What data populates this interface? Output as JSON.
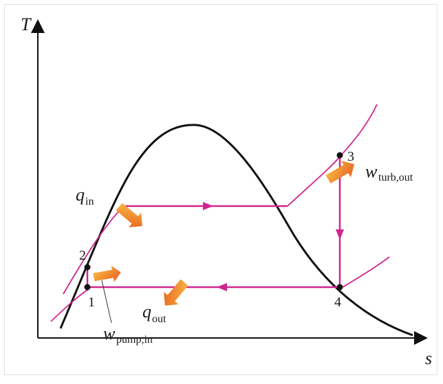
{
  "diagram": {
    "axes": {
      "y_label": "T",
      "x_label": "s"
    },
    "states": [
      "1",
      "2",
      "3",
      "4"
    ],
    "labels": {
      "q_in": {
        "main": "q",
        "sub": "in"
      },
      "q_out": {
        "main": "q",
        "sub": "out"
      },
      "w_turb_out": {
        "main": "w",
        "sub": "turb,out"
      },
      "w_pump_in": {
        "main": "w",
        "sub": "pump,in"
      }
    },
    "colors": {
      "dome": "#111111",
      "cycle": "#d0258f",
      "arrow": "#f5a020",
      "arrow_dark": "#e8591b",
      "axis": "#111111"
    }
  }
}
